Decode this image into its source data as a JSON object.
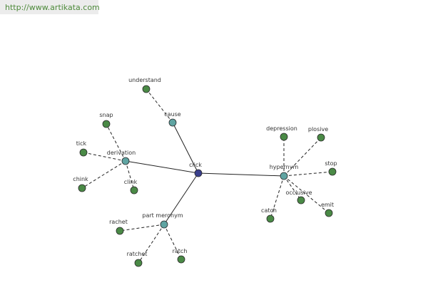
{
  "header": {
    "url": "http://www.artikata.com"
  },
  "colors": {
    "hub": "#3a3f8c",
    "relation": "#5fa4a2",
    "leaf": "#4a8a46",
    "edge": "#222222"
  },
  "graph": {
    "center": {
      "id": "click",
      "label": "click"
    },
    "relations": [
      {
        "id": "cause",
        "label": "cause",
        "words": [
          "understand"
        ]
      },
      {
        "id": "derivation",
        "label": "derivation",
        "words": [
          "snap",
          "tick",
          "chink",
          "clink"
        ]
      },
      {
        "id": "part-meronym",
        "label": "part meronym",
        "words": [
          "rachet",
          "ratchet",
          "ratch"
        ]
      },
      {
        "id": "hypernym",
        "label": "hypernym",
        "words": [
          "depression",
          "plosive",
          "stop",
          "occlusive",
          "emit",
          "catch"
        ]
      }
    ]
  }
}
